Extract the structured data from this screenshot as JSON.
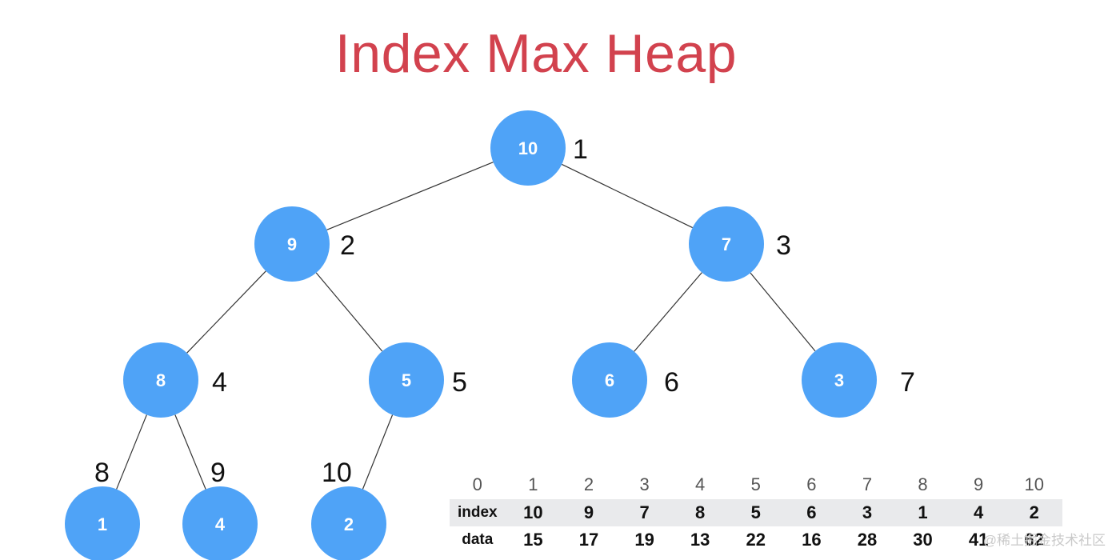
{
  "title": "Index Max Heap",
  "watermark": "@稀土掘金技术社区",
  "tree": {
    "nodes": [
      {
        "value": "10",
        "pos": "1"
      },
      {
        "value": "9",
        "pos": "2"
      },
      {
        "value": "7",
        "pos": "3"
      },
      {
        "value": "8",
        "pos": "4"
      },
      {
        "value": "5",
        "pos": "5"
      },
      {
        "value": "6",
        "pos": "6"
      },
      {
        "value": "3",
        "pos": "7"
      },
      {
        "value": "1",
        "pos": "8"
      },
      {
        "value": "4",
        "pos": "9"
      },
      {
        "value": "2",
        "pos": "10"
      }
    ],
    "edges": [
      [
        0,
        1
      ],
      [
        0,
        2
      ],
      [
        1,
        3
      ],
      [
        1,
        4
      ],
      [
        2,
        5
      ],
      [
        2,
        6
      ],
      [
        3,
        7
      ],
      [
        3,
        8
      ],
      [
        4,
        9
      ]
    ]
  },
  "array": {
    "header": [
      "0",
      "1",
      "2",
      "3",
      "4",
      "5",
      "6",
      "7",
      "8",
      "9",
      "10"
    ],
    "index_label": "index",
    "index": [
      "10",
      "9",
      "7",
      "8",
      "5",
      "6",
      "3",
      "1",
      "4",
      "2"
    ],
    "data_label": "data",
    "data": [
      "15",
      "17",
      "19",
      "13",
      "22",
      "16",
      "28",
      "30",
      "41",
      "62"
    ]
  }
}
